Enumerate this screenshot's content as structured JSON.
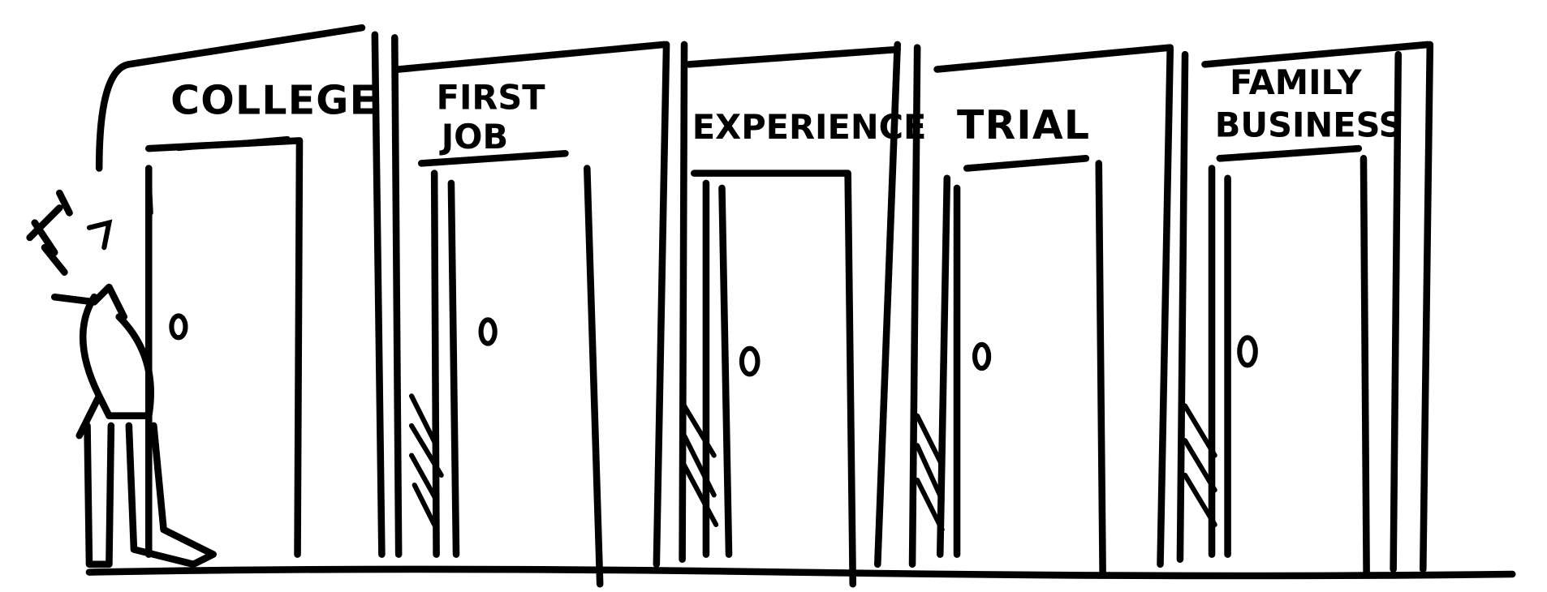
{
  "illustration": {
    "doors": [
      {
        "label_lines": [
          "COLLEGE"
        ]
      },
      {
        "label_lines": [
          "FIRST",
          "JOB"
        ]
      },
      {
        "label_lines": [
          "EXPERIENCE"
        ]
      },
      {
        "label_lines": [
          "TRIAL"
        ]
      },
      {
        "label_lines": [
          "FAMILY",
          "BUSINESS"
        ]
      }
    ]
  }
}
